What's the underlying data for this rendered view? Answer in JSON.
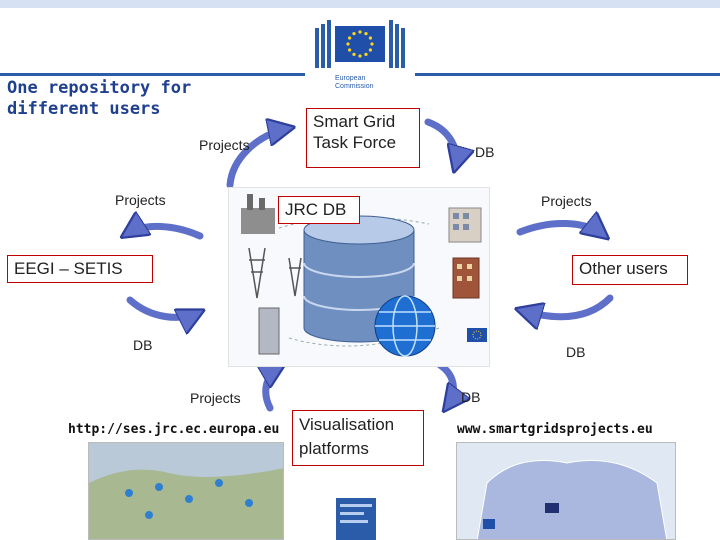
{
  "header": {
    "title": "One repository for different users",
    "logo_text_1": "European",
    "logo_text_2": "Commission",
    "band_color": "#2a5caa",
    "icon": "eu-flag-icon"
  },
  "diagram": {
    "smart_grid": "Smart Grid\nTask Force",
    "smart_grid_line1": "Smart Grid",
    "smart_grid_line2": "Task Force",
    "jrc_db": "JRC DB",
    "eegi": "EEGI – SETIS",
    "other_users": "Other users",
    "projects_top": "Projects",
    "projects_left": "Projects",
    "projects_right": "Projects",
    "projects_bottom": "Projects",
    "db_top_right": "DB",
    "db_left": "DB",
    "db_right": "DB",
    "db_bottom": "DB",
    "visualisation_1": "Visualisation",
    "visualisation_2": "platforms",
    "url_left": "http://ses.jrc.ec.europa.eu",
    "url_right": "www.smartgridsprojects.eu",
    "arrow_color": "#2e3f9c",
    "arrow_fill": "#5d6fc9",
    "highlight_color": "#c00000"
  }
}
